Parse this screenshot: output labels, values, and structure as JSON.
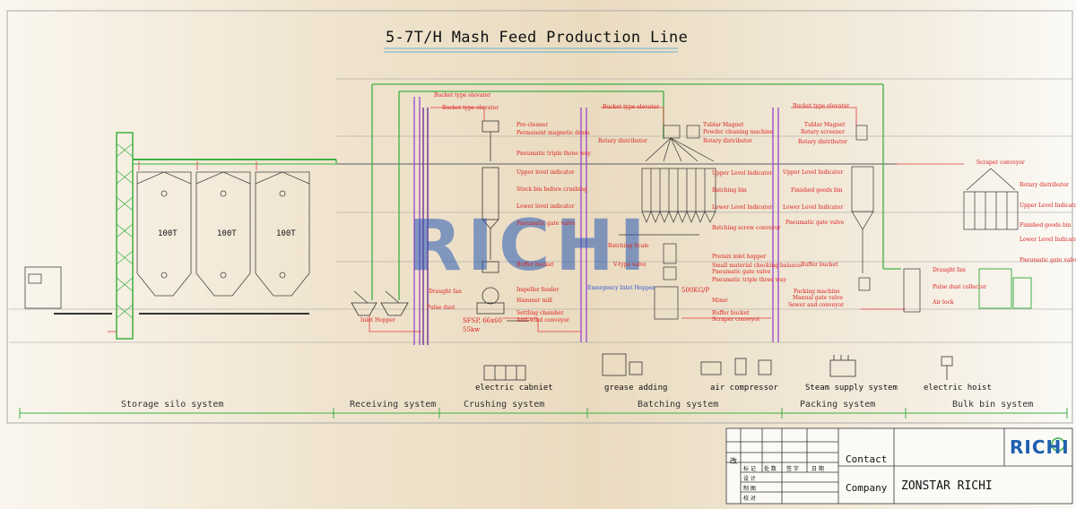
{
  "title": "5-7T/H Mash Feed Production Line",
  "watermark": "RICHI",
  "silo_labels": [
    "100T",
    "100T",
    "100T"
  ],
  "systems": [
    "Storage silo system",
    "Receiving system",
    "Crushing system",
    "Batching system",
    "Packing system",
    "Bulk bin system"
  ],
  "equipment_labels": {
    "cabinet": "electric cabniet",
    "grease": "grease adding",
    "compressor": "air compressor",
    "steam": "Steam supply system",
    "hoist": "electric hoist"
  },
  "annotations": {
    "intake_hopper": "Inlet Hopper",
    "pulse_dust": "Pulse dust",
    "draught_fan": "Draught fan",
    "hammer_mill_spec": "SFSP, 66x60",
    "hammer_mill_power": "55kw",
    "emergency_inlet": "Emergency Inlet Hopper",
    "batching_scale": "Batching Scale",
    "vtype_valve": "V-type valve",
    "mixer_capacity": "500KG/P",
    "crush_labels": [
      "Bucket type elevator",
      "Bucket type elevator",
      "Pre-cleaner",
      "Permanent magnetic drum",
      "Pneumatic triple three way",
      "Upper level indicator",
      "Stock bin before crushing",
      "Lower level indicator",
      "Pneumatic gate valve",
      "Buffer bucket",
      "Impeller feeder",
      "Hammer mill",
      "Settling chamber",
      "Anti-wind conveyor"
    ],
    "batch_labels": [
      "Bucket type elevator",
      "Tublar Magnet",
      "Powder cleaning machine",
      "Rotary distributor",
      "Rotary distributor",
      "Upper Level Indicator",
      "Batching bin",
      "Lower Level Indicator",
      "Batching screw conveyor",
      "Premix inlet hopper",
      "Small material checking balance",
      "Pneumatic gate valve",
      "Pneumatic triple three way",
      "Mixer",
      "Buffer bucket",
      "Scraper conveyor"
    ],
    "pack_labels": [
      "Bucket type elevator",
      "Tublar Magnet",
      "Rotary screener",
      "Rotary distributor",
      "Upper Level Indicator",
      "Finished goods bin",
      "Lower Level Indicator",
      "Pneumatic gate valve",
      "Buffer bucket",
      "Packing machine",
      "Manual gate valve",
      "Sewer and conveyor"
    ],
    "bulk_labels": [
      "Scraper conveyor",
      "Rotary distributor",
      "Upper Level Indicator",
      "Finished goods bin",
      "Lower Level Indicator",
      "Pneumatic gate valve",
      "Draught fan",
      "Pulse dust collector",
      "Air lock"
    ]
  },
  "title_block": {
    "contact_label": "Contact",
    "company_label": "Company",
    "company_value": "ZONSTAR RICHI",
    "logo": "RICHI",
    "cn_change": "改",
    "cn_headers": [
      "标 记",
      "处 数",
      "签 字",
      "日 期"
    ],
    "cn_rows": [
      "设 计",
      "制 图",
      "校 对"
    ]
  },
  "colors": {
    "pipe_green": "#3cb043",
    "label_red": "#d92020",
    "logo_blue": "#1e5fb0",
    "line": "#555555"
  }
}
